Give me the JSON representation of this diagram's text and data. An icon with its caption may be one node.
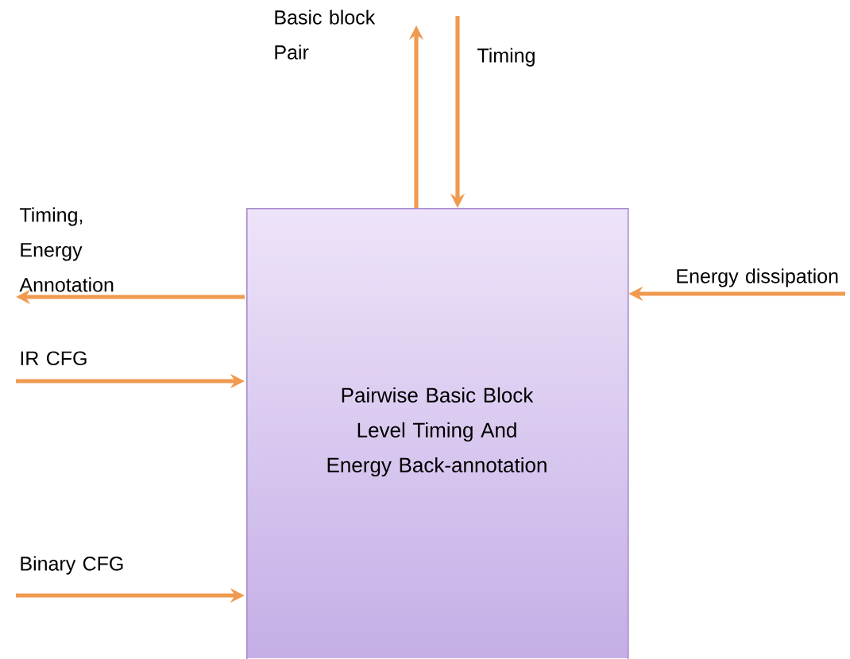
{
  "diagram": {
    "nodes": [
      {
        "text": [
          "Pairwise Basic Block Level Timing And Energy Back-annotation"
        ]
      },
      {
        "text": [
          "Basic block Pair"
        ]
      },
      {
        "text": [
          "Timing"
        ]
      },
      {
        "text": [
          "Timing, Energy Annotation"
        ]
      },
      {
        "text": [
          "Energy dissipation"
        ]
      },
      {
        "text": [
          "IR CFG"
        ]
      },
      {
        "text": [
          "Binary CFG"
        ]
      }
    ],
    "edges": [
      {
        "from": 0,
        "to": 1,
        "arrow": "to"
      },
      {
        "from": 2,
        "to": 0,
        "arrow": "to"
      },
      {
        "from": 0,
        "to": 3,
        "arrow": "to"
      },
      {
        "from": 4,
        "to": 0,
        "arrow": "to"
      },
      {
        "from": 5,
        "to": 0,
        "arrow": "to"
      },
      {
        "from": 6,
        "to": 0,
        "arrow": "to"
      }
    ]
  }
}
